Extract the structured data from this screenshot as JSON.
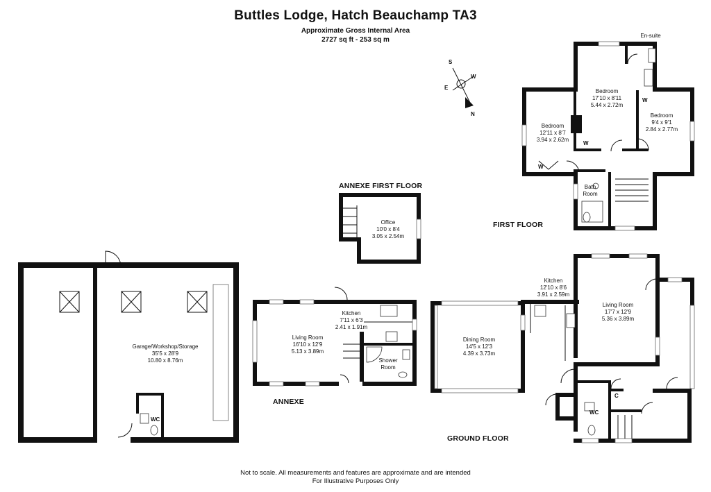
{
  "header": {
    "title": "Buttles Lodge, Hatch Beauchamp TA3",
    "subtitle": "Approximate Gross Internal Area",
    "area": "2727 sq ft - 253 sq m"
  },
  "compass": {
    "labels": {
      "s": "S",
      "w": "W",
      "e": "E",
      "n": "N"
    }
  },
  "floors": {
    "first_floor": "FIRST FLOOR",
    "ground_floor": "GROUND FLOOR",
    "annexe_first_floor": "ANNEXE FIRST FLOOR",
    "annexe": "ANNEXE"
  },
  "rooms": {
    "ensuite": {
      "name": "En-suite"
    },
    "bedroom_main": {
      "name": "Bedroom",
      "imperial": "17'10 x 8'11",
      "metric": "5.44 x 2.72m"
    },
    "bedroom_left": {
      "name": "Bedroom",
      "imperial": "12'11 x 8'7",
      "metric": "3.94 x 2.62m"
    },
    "bedroom_right": {
      "name": "Bedroom",
      "imperial": "9'4 x 9'1",
      "metric": "2.84 x 2.77m"
    },
    "bathroom": {
      "line1": "Bath",
      "line2": "Room"
    },
    "office": {
      "name": "Office",
      "imperial": "10'0 x 8'4",
      "metric": "3.05 x 2.54m"
    },
    "garage": {
      "name": "Garage/Workshop/Storage",
      "imperial": "35'5 x 28'9",
      "metric": "10.80 x 8.76m"
    },
    "annexe_living": {
      "name": "Living Room",
      "imperial": "16'10 x 12'9",
      "metric": "5.13 x 3.89m"
    },
    "annexe_kitchen": {
      "name": "Kitchen",
      "imperial": "7'11 x 6'3",
      "metric": "2.41 x 1.91m"
    },
    "shower": {
      "line1": "Shower",
      "line2": "Room"
    },
    "dining": {
      "name": "Dining Room",
      "imperial": "14'5 x 12'3",
      "metric": "4.39 x 3.73m"
    },
    "kitchen": {
      "name": "Kitchen",
      "imperial": "12'10 x 8'6",
      "metric": "3.91 x 2.59m"
    },
    "living": {
      "name": "Living Room",
      "imperial": "17'7 x 12'9",
      "metric": "5.36 x 3.89m"
    }
  },
  "markers": {
    "wardrobe": "W",
    "cupboard": "C",
    "wc": "WC"
  },
  "footer": {
    "line1": "Not to scale. All measurements and features are approximate and are intended",
    "line2": "For Illustrative Purposes Only"
  }
}
